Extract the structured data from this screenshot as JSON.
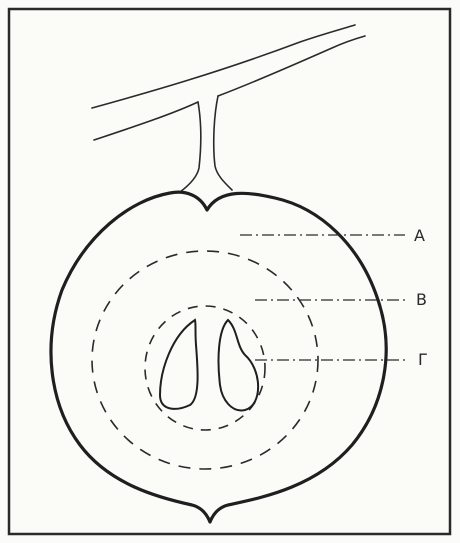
{
  "diagram": {
    "labels": {
      "a": "A",
      "b": "B",
      "gamma": "Γ"
    }
  }
}
